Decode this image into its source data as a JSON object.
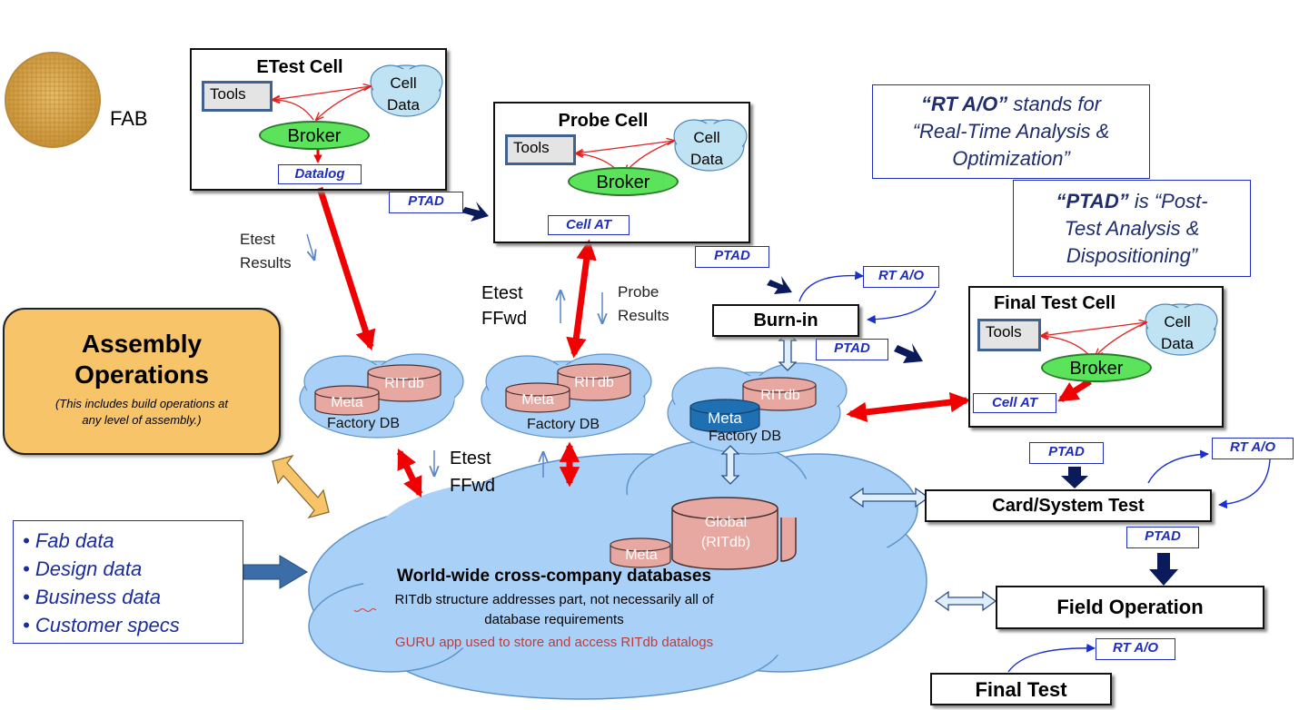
{
  "fab_label": "FAB",
  "etest_cell": {
    "title": "ETest Cell",
    "tools": "Tools",
    "cloud": "Cell Data",
    "broker": "Broker",
    "datalog": "Datalog"
  },
  "probe_cell": {
    "title": "Probe Cell",
    "tools": "Tools",
    "cloud": "Cell Data",
    "broker": "Broker",
    "cell_at": "Cell AT"
  },
  "final_test_cell": {
    "title": "Final Test Cell",
    "tools": "Tools",
    "cloud": "Cell Data",
    "broker": "Broker",
    "cell_at": "Cell AT"
  },
  "assembly": {
    "title_line1": "Assembly",
    "title_line2": "Operations",
    "note_line1": "(This includes build operations at",
    "note_line2": "any level of assembly.)"
  },
  "notes": {
    "rt_line1_bold": "“RT A/O”",
    "rt_line1_rest": "stands for",
    "rt_line2": "“Real-Time Analysis &",
    "rt_line3": "Optimization”",
    "ptad_line1_bold": "“PTAD”",
    "ptad_line1_rest": "is “Post-",
    "ptad_line2": "Test Analysis &",
    "ptad_line3": "Dispositioning”"
  },
  "tags": {
    "ptad": "PTAD",
    "rt_ao": "RT A/O"
  },
  "boxes": {
    "burn_in": "Burn-in",
    "card_system_test": "Card/System Test",
    "field_operation": "Field Operation",
    "final_test": "Final Test"
  },
  "labels": {
    "etest_results_1": "Etest",
    "etest_results_2": "Results",
    "etest_ffwd_1": "Etest",
    "etest_ffwd_2": "FFwd",
    "probe_results_1": "Probe",
    "probe_results_2": "Results"
  },
  "factory_db": {
    "label": "Factory DB",
    "meta": "Meta",
    "ritdb": "RITdb"
  },
  "global_db": {
    "line1": "Global",
    "line2": "(RITdb)",
    "meta": "Meta"
  },
  "worldwide": {
    "title": "World-wide cross-company databases",
    "line1": "RITdb structure addresses  part, not necessarily  all of",
    "line2": "database requirements",
    "line3": "GURU app used to store and access RITdb datalogs"
  },
  "inputs": [
    "Fab data",
    "Design data",
    "Business data",
    "Customer specs"
  ],
  "colors": {
    "red_arrow": "#f00000",
    "navy_arrow": "#0a1a5a",
    "blue_tag": "#1f2dbb",
    "cloud_fill": "#a9d1f7",
    "broker_green": "#5be35b",
    "assembly_fill": "#f7c46a",
    "db_pink": "#e8a8a2"
  }
}
